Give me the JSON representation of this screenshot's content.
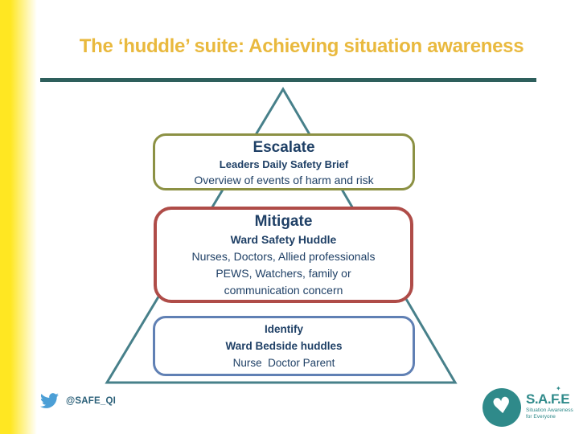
{
  "colors": {
    "title_gold": "#E9B93E",
    "divider_teal": "#2E5F5C",
    "triangle_teal": "#47808A",
    "text_navy": "#1F4066",
    "escalate_border": "#8C9144",
    "mitigate_border": "#AF4C48",
    "identify_border": "#6080B4",
    "twitter_blue": "#4C9FD6",
    "logo_teal": "#2F8A8A",
    "sidebar_yellow": "#FFE722"
  },
  "slide": {
    "title": "The ‘huddle’ suite: Achieving situation awareness"
  },
  "pyramid": {
    "levels": [
      {
        "heading": "Escalate",
        "subheading": "Leaders Daily Safety Brief",
        "lines": [
          "Overview of events of harm and risk"
        ]
      },
      {
        "heading": "Mitigate",
        "subheading": "Ward Safety Huddle",
        "lines": [
          "Nurses, Doctors, Allied professionals",
          "PEWS, Watchers, family or",
          "communication concern"
        ]
      },
      {
        "heading": "Identify",
        "subheading": "Ward Bedside huddles",
        "lines": [
          "Nurse  Doctor Parent"
        ]
      }
    ]
  },
  "footer": {
    "twitter_handle": "@SAFE_QI",
    "logo": {
      "name": "S.A.F.E",
      "tagline_line1": "Situation Awareness",
      "tagline_line2": "for Everyone"
    }
  }
}
